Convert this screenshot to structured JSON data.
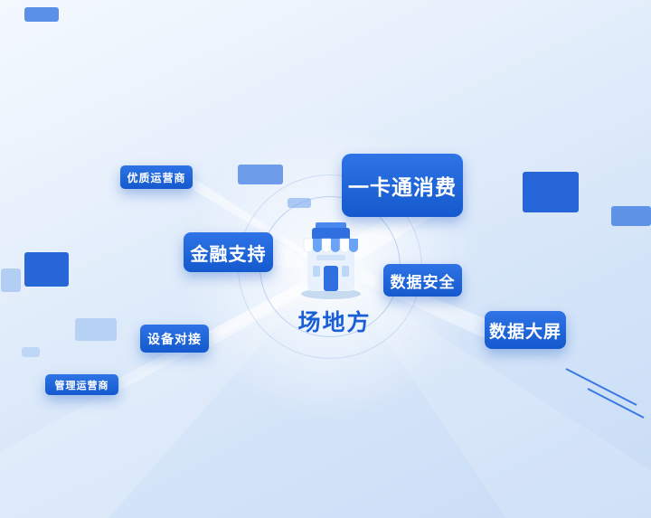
{
  "center": {
    "label": "场地方",
    "icon": "storefront-icon"
  },
  "nodes": [
    {
      "label": "优质运营商"
    },
    {
      "label": "一卡通消费"
    },
    {
      "label": "金融支持"
    },
    {
      "label": "数据安全"
    },
    {
      "label": "数据大屏"
    },
    {
      "label": "设备对接"
    },
    {
      "label": "管理运营商"
    }
  ],
  "colors": {
    "node_background": "#1b63d9",
    "node_text": "#ffffff",
    "center_label": "#1a5ed8",
    "accent_rect_dark": "#1e5fd6",
    "accent_rect_mid": "#4a84e4",
    "accent_rect_light": "#aecdf2",
    "background_top": "#f4f9fe",
    "background_bottom": "#c8dcf6"
  }
}
